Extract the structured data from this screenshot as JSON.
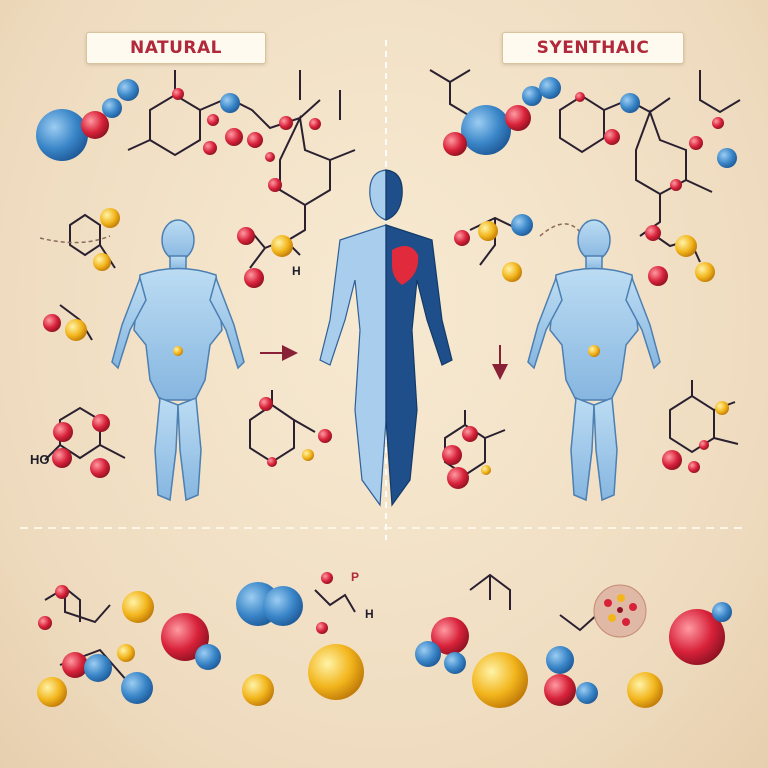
{
  "panels": {
    "left_title": "NATURAL",
    "right_title": "SYENTHAIC"
  },
  "labels": {
    "h_mark": "H",
    "ho_mark": "HO",
    "p_mark": "P"
  },
  "colors": {
    "background": "#f1e2c7",
    "accent_red": "#c9283c",
    "atom_blue": "#3a86c8",
    "atom_red": "#d8223a",
    "atom_yellow": "#f2b51c",
    "body_blue": "#9cc7ea",
    "body_dark": "#1f4f8a",
    "arrow": "#8a2036"
  },
  "icons": [
    "molecule-icon",
    "human-figure-icon",
    "arrow-right-icon",
    "arrow-down-icon",
    "apple-icon"
  ]
}
